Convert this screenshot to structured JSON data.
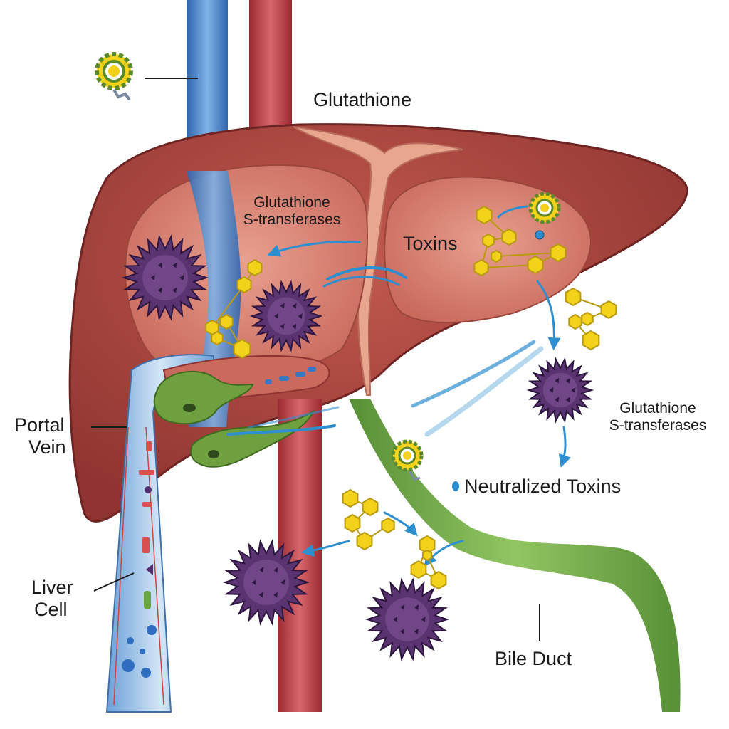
{
  "labels": {
    "glutathione_top": "Glutathione",
    "gst_left": [
      "Glutathione",
      "S-transferases"
    ],
    "toxins": "Toxins",
    "gst_right": [
      "Glutathione",
      "S-transferases"
    ],
    "neutralized": "Neutralized Toxins",
    "portal_vein": [
      "Portal",
      "Vein"
    ],
    "liver_cell": [
      "Liver",
      "Cell"
    ],
    "bile_duct": "Bile Duct"
  },
  "colors": {
    "liver": "#a8453f",
    "liver_inner": "#d9877a",
    "vein_blue": "#3b78c2",
    "artery_red": "#b8353a",
    "bile_green": "#6ea03f",
    "toxin_purple": "#5a3470",
    "molecule_yellow": "#f3d21c",
    "arrow_blue": "#2e8fd0"
  }
}
